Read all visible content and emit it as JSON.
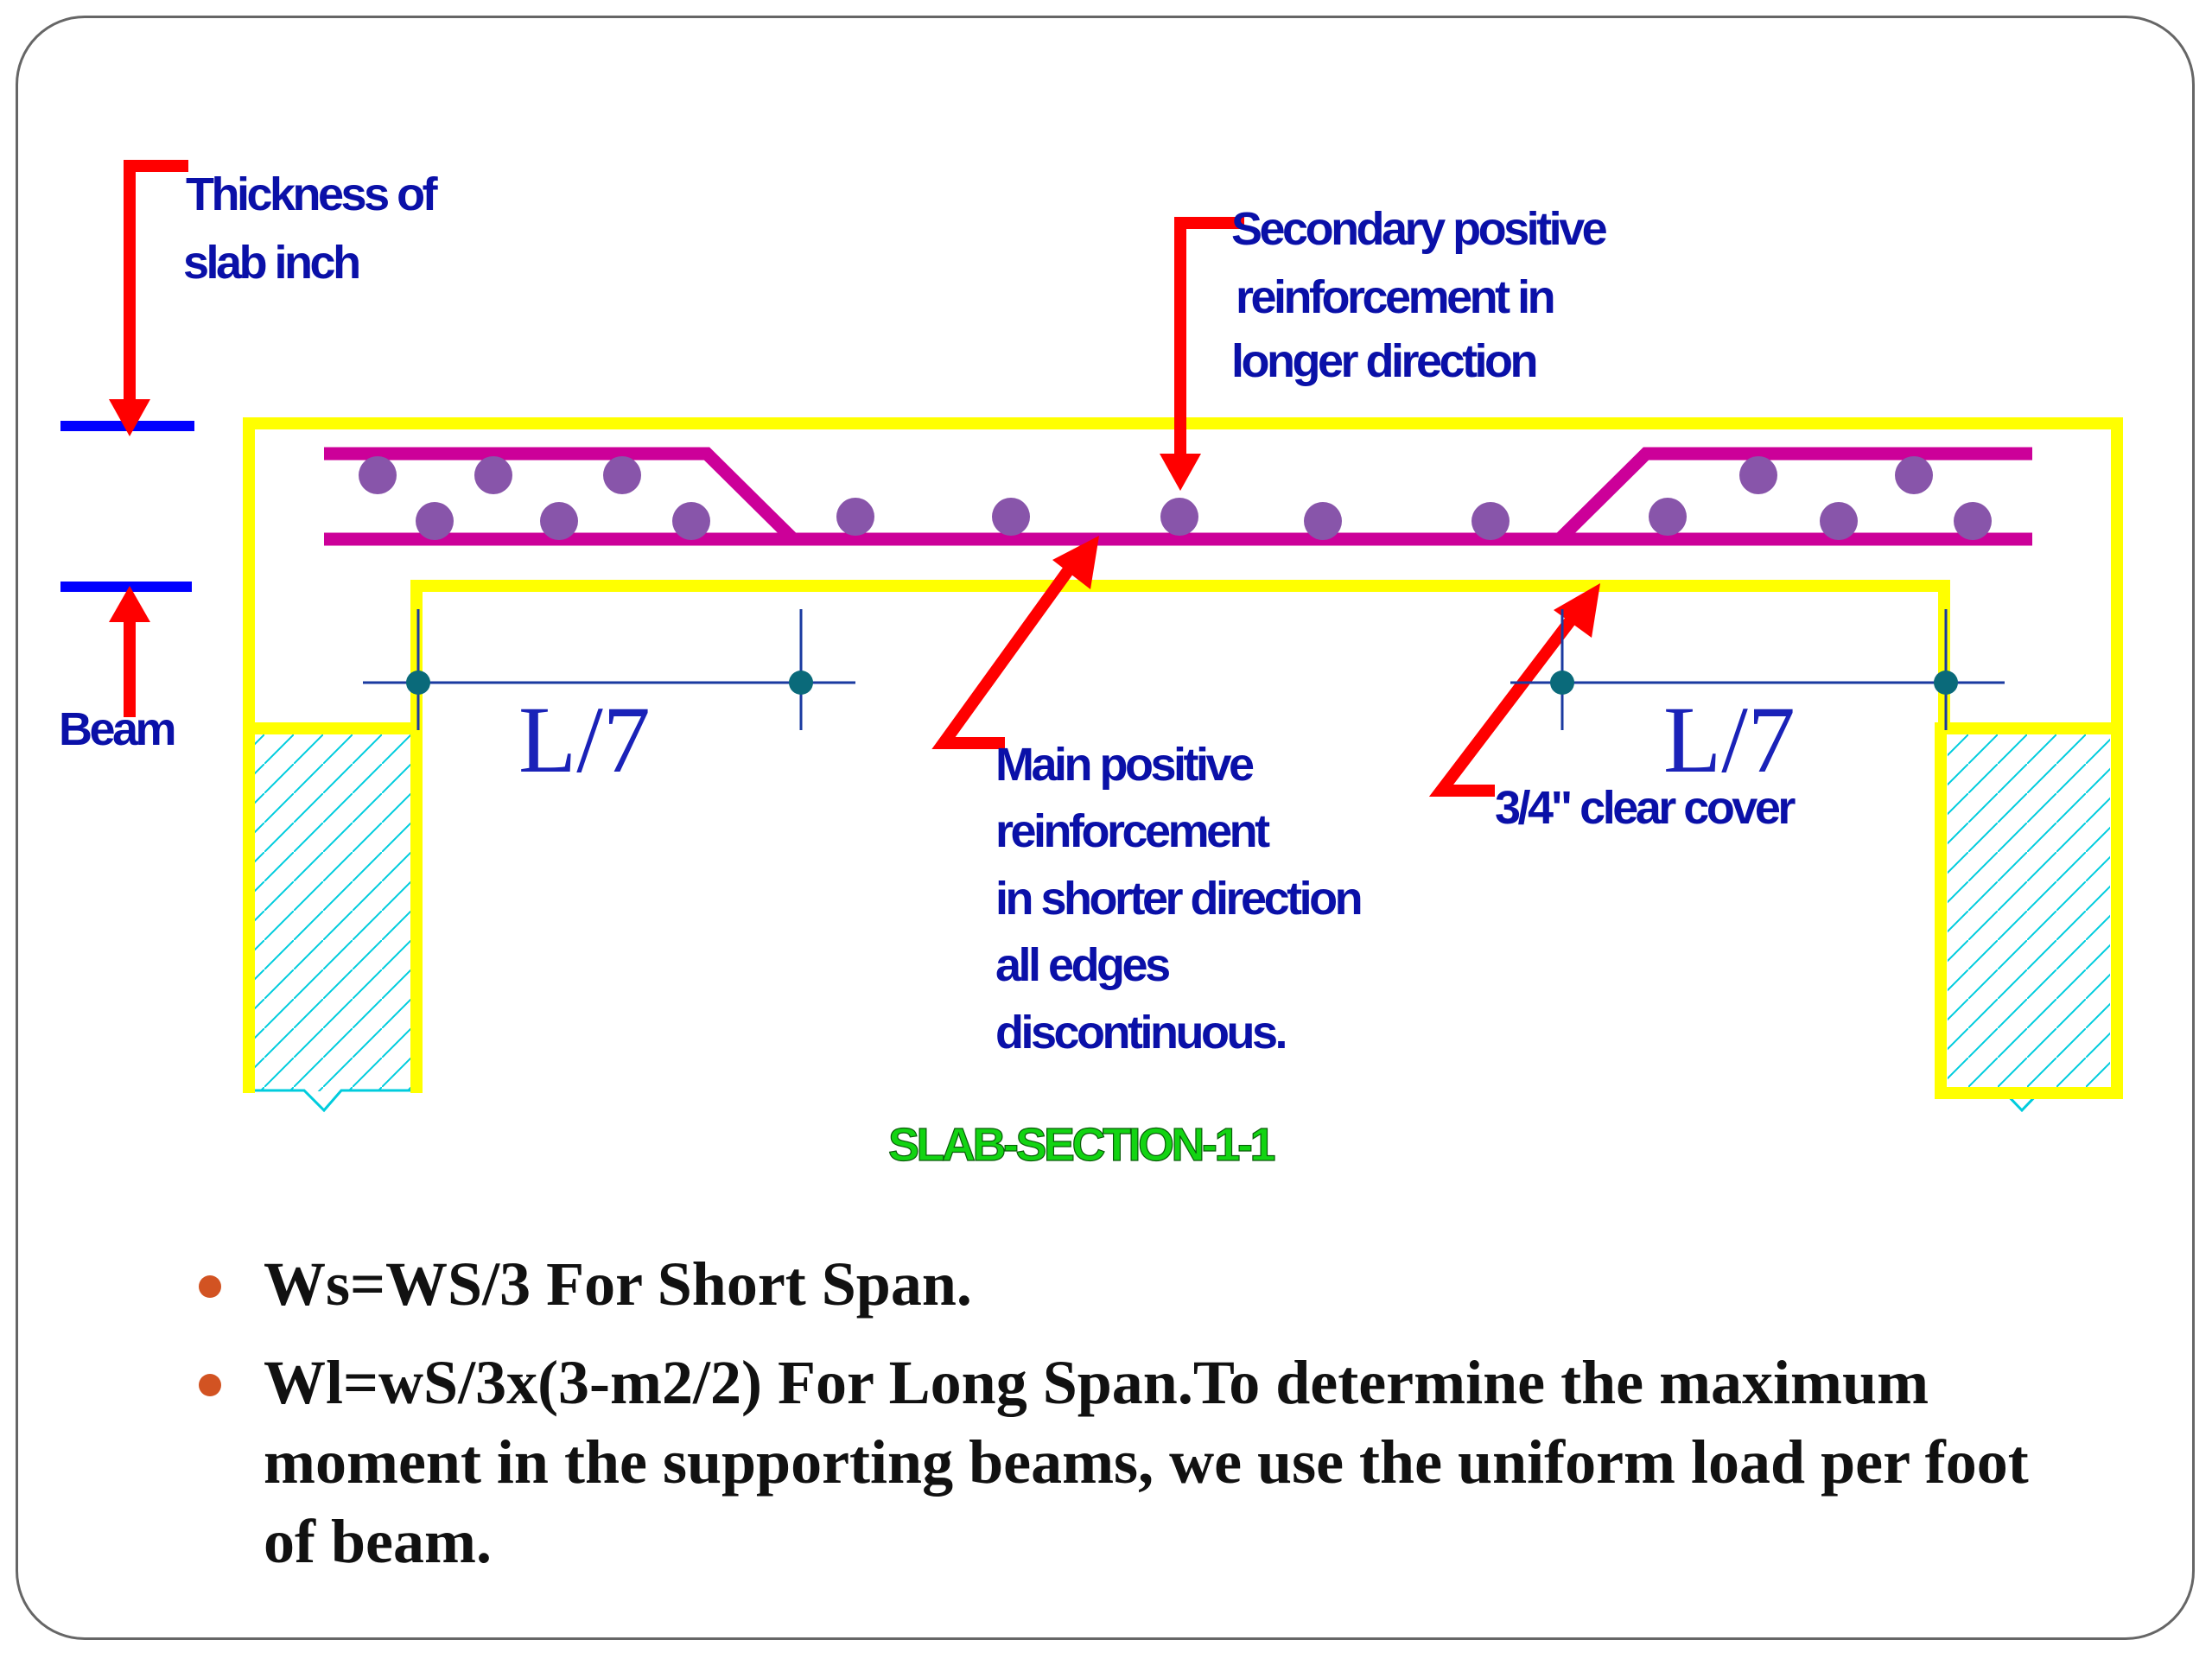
{
  "diagram": {
    "thickness_label": [
      "Thickness of",
      "slab inch"
    ],
    "secondary_label": [
      "Secondary positive",
      " reinforcement in",
      "longer direction"
    ],
    "beam_label": "Beam",
    "left_span_label": "L/7",
    "right_span_label": "L/7",
    "main_label": [
      "Main positive",
      "reinforcement",
      "in shorter direction",
      "all edges",
      "discontinuous."
    ],
    "cover_label": "3/4\" clear cover",
    "section_title": "SLAB-SECTION-1-1"
  },
  "bullets": [
    {
      "text": "Ws=WS/3 For Short Span."
    },
    {
      "text": "Wl=wS/3x(3-m2/2) For Long Span.To determine the maximum moment in the supporting beams, we use the uniform load per foot of beam."
    }
  ],
  "colors": {
    "slab_outline": "#ffff00",
    "reinforcement": "#cc0099",
    "rebar_dots": "#8855aa",
    "arrows": "#ff0000",
    "dimension_marks": "#0000ff",
    "hatch": "#00ccdd",
    "label_text": "#0a10a8",
    "section_title": "#12d412",
    "bullet_marker": "#d25322"
  }
}
